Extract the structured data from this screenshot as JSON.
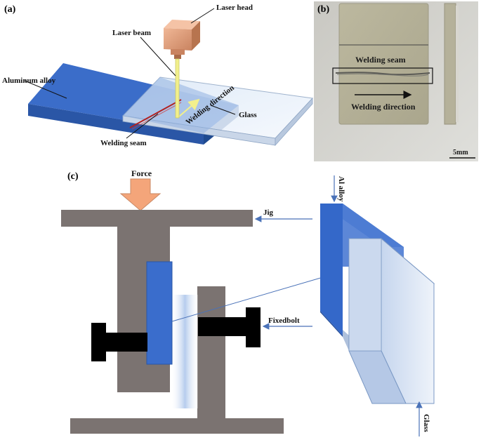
{
  "panels": {
    "a": "(a)",
    "b": "(b)",
    "c": "(c)"
  },
  "panel_a": {
    "laser_head": "Laser head",
    "laser_beam": "Laser beam",
    "aluminum_alloy": "Aluminum alloy",
    "welding_direction": "Welding direction",
    "glass": "Glass",
    "welding_seam": "Welding seam"
  },
  "panel_b": {
    "welding_seam": "Welding seam",
    "welding_direction": "Welding direction",
    "scale_bar": "5mm"
  },
  "panel_c": {
    "force": "Force",
    "jig": "Jig",
    "fixedbolt": "Fixedbolt",
    "al_alloy": "Al alloy",
    "glass": "Glass"
  },
  "colors": {
    "aluminum_blue": "#2f5fb8",
    "aluminum_top": "#3a6fd0",
    "glass": "#cfe0f5",
    "jig_gray": "#7b7371",
    "bolt_black": "#000000",
    "force_arrow": "#f4a57a",
    "laser_head": "#e3a07e",
    "laser_beam": "#f2f08c",
    "seam_red": "#b22222",
    "sample_gray": "#b7b29a",
    "arrow_blue": "#4a72b8"
  }
}
